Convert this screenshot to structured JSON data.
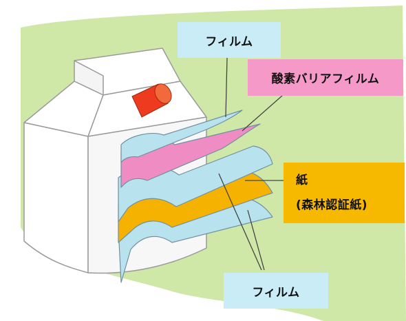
{
  "labels": {
    "film_top": "フィルム",
    "oxygen_barrier_film": "酸素バリアフィルム",
    "paper_line1": "紙",
    "paper_line2": "(森林認証紙)",
    "film_bottom": "フィルム"
  },
  "colors": {
    "background_green": "#cfe8a8",
    "film_blue": "#b9e2ef",
    "barrier_pink": "#f08cc4",
    "paper_orange": "#f6b200",
    "carton_white": "#ffffff",
    "cap_red": "#ee3a1e"
  }
}
